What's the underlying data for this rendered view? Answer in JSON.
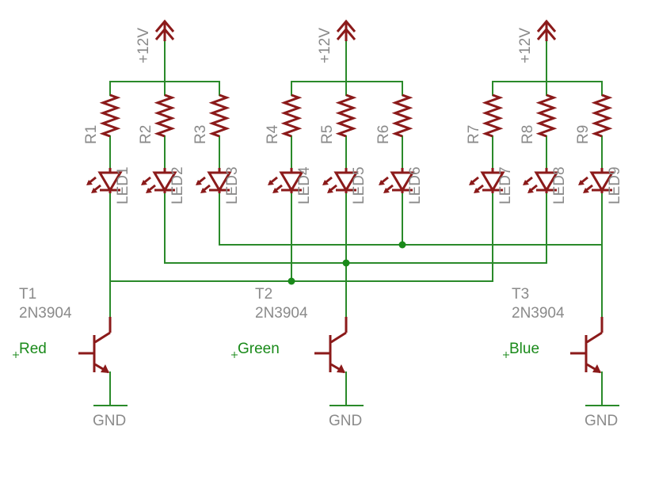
{
  "supply_label": "+12V",
  "ground_label": "GND",
  "resistors": [
    "R1",
    "R2",
    "R3",
    "R4",
    "R5",
    "R6",
    "R7",
    "R8",
    "R9"
  ],
  "leds": [
    "LED1",
    "LED2",
    "LED3",
    "LED4",
    "LED5",
    "LED6",
    "LED7",
    "LED8",
    "LED9"
  ],
  "transistors": [
    {
      "name": "T1",
      "part": "2N3904",
      "input_label": "Red"
    },
    {
      "name": "T2",
      "part": "2N3904",
      "input_label": "Green"
    },
    {
      "name": "T3",
      "part": "2N3904",
      "input_label": "Blue"
    }
  ],
  "colors": {
    "wire": "#2a8a2a",
    "component": "#8b1a1a",
    "label": "#8a8a8a",
    "net_label": "#1a8a1a"
  }
}
